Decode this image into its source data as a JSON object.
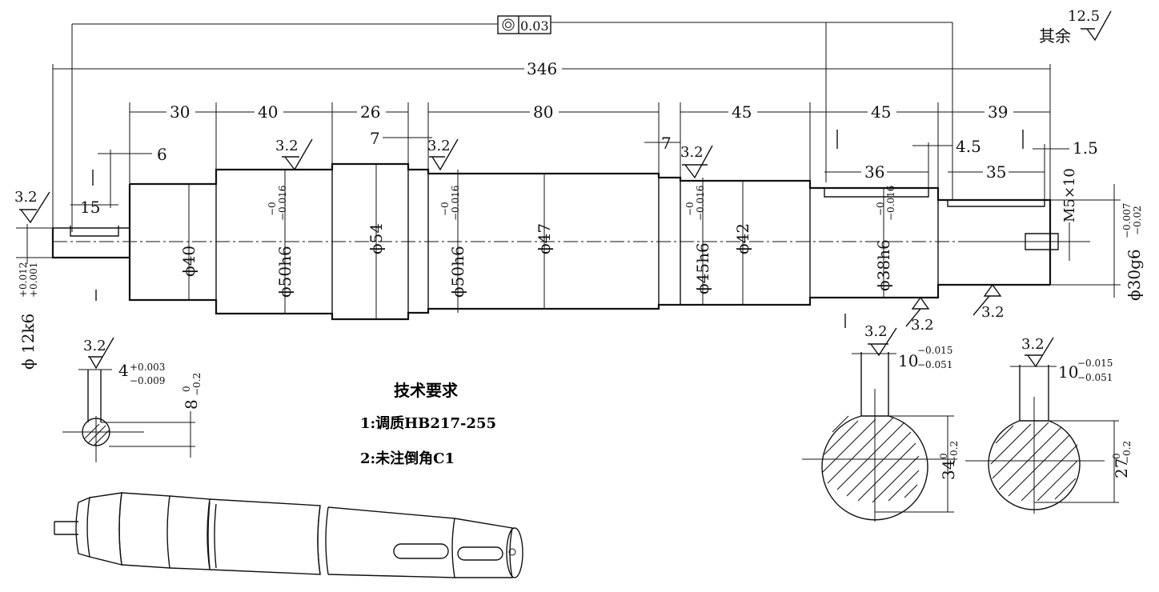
{
  "tolerance": {
    "symbol": "◎",
    "value": "0.03"
  },
  "surface_default": {
    "prefix": "其余",
    "value": "12.5"
  },
  "roughness": "3.2",
  "dims": {
    "overall": "346",
    "d30": "30",
    "d40": "40",
    "d26": "26",
    "d80": "80",
    "d45a": "45",
    "d45b": "45",
    "d39": "39",
    "d7a": "7",
    "d7b": "7",
    "d6": "6",
    "d15": "15",
    "d36": "36",
    "d35": "35",
    "d4_5": "4.5",
    "d1_5": "1.5"
  },
  "diameters": {
    "phi40": "ϕ40",
    "phi50a": "ϕ50h6",
    "phi54": "ϕ54",
    "phi50b": "ϕ50h6",
    "phi47": "ϕ47",
    "phi45": "ϕ45h6",
    "phi42": "ϕ42",
    "phi38": "ϕ38h6",
    "phi30": "ϕ30g6",
    "phi12": "ϕ 12k6",
    "thread": "M5×10"
  },
  "tol": {
    "h6_50_up": "−0",
    "h6_50_low": "−0.016",
    "h6_45_up": "−0",
    "h6_45_low": "−0.016",
    "h6_38_up": "−0",
    "h6_38_low": "−0.016",
    "g6_30_up": "−0.007",
    "g6_30_low": "−0.02",
    "k6_12_up": "+0.012",
    "k6_12_low": "+0.001"
  },
  "section_small": {
    "width": "4",
    "w_up": "+0.003",
    "w_low": "−0.009",
    "depth": "8",
    "d_up": "0",
    "d_low": "−0.2"
  },
  "section_a": {
    "width": "10",
    "w_up": "−0.015",
    "w_low": "−0.051",
    "depth": "34",
    "d_up": "0",
    "d_low": "−0.2"
  },
  "section_b": {
    "width": "10",
    "w_up": "−0.015",
    "w_low": "−0.051",
    "depth": "27",
    "d_up": "0",
    "d_low": "−0.2"
  },
  "notes": {
    "title": "技术要求",
    "line1": "1:调质HB217-255",
    "line2": "2:未注倒角C1"
  }
}
